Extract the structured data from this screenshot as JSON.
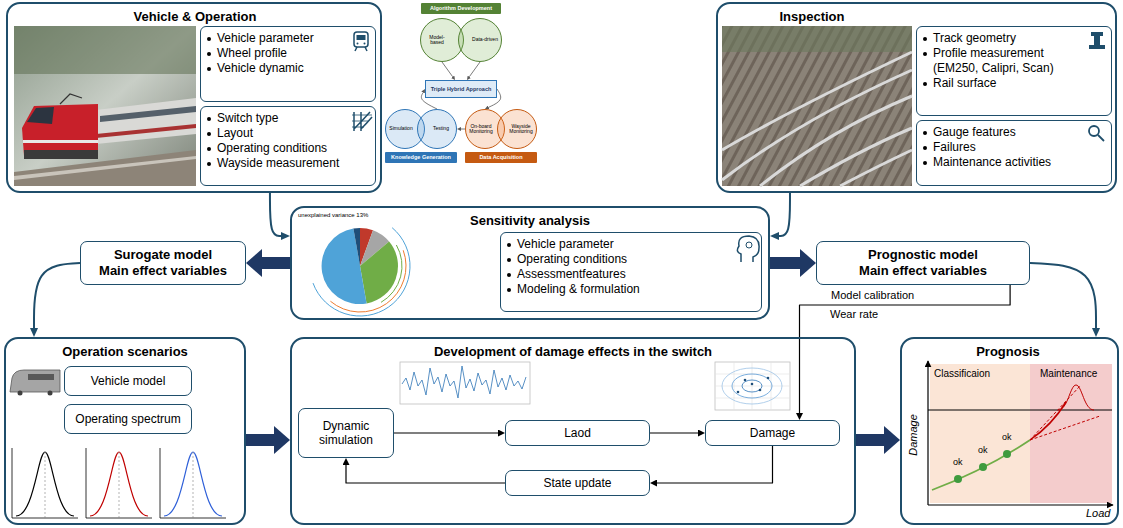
{
  "diagram": {
    "nodes": [
      {
        "text": [
          "Vehicle & Operation"
        ]
      },
      {
        "text": [
          "Vehicle parameter",
          "Wheel profile",
          "Vehicle dynamic"
        ],
        "in": 0
      },
      {
        "text": [
          "Switch type",
          "Layout",
          "Operating conditions",
          "Wayside measurement"
        ],
        "in": 0
      },
      {
        "text": [
          "Algorithm Development"
        ]
      },
      {
        "text": [
          "Model-based"
        ]
      },
      {
        "text": [
          "Data-driven"
        ]
      },
      {
        "text": [
          "Triple Hybrid Approach"
        ]
      },
      {
        "text": [
          "Simulation"
        ]
      },
      {
        "text": [
          "Testing"
        ]
      },
      {
        "text": [
          "Knowledge Generation"
        ]
      },
      {
        "text": [
          "On-board Monitoring"
        ]
      },
      {
        "text": [
          "Wayside Monitoring"
        ]
      },
      {
        "text": [
          "Data Acquisition"
        ]
      },
      {
        "text": [
          "Inspection"
        ]
      },
      {
        "text": [
          "Track geometry",
          "Profile measurement (EM250, Calipri, Scan)",
          "Rail surface"
        ],
        "in": 13
      },
      {
        "text": [
          "Gauge features",
          "Failures",
          "Maintenance activities"
        ],
        "in": 13
      },
      {
        "text": [
          "Surogate model",
          "Main effect variables"
        ]
      },
      {
        "text": [
          "Sensitivity analysis"
        ]
      },
      {
        "text": [
          "Vehicle parameter",
          "Operating conditions",
          "Assessmentfeatures",
          "Modeling & formulation"
        ],
        "in": 17
      },
      {
        "text": [
          "Prognostic model",
          "Main effect variables"
        ]
      },
      {
        "text": [
          "Operation scenarios"
        ]
      },
      {
        "text": [
          "Vehicle model"
        ],
        "in": 20
      },
      {
        "text": [
          "Operating spectrum"
        ],
        "in": 20
      },
      {
        "text": [
          "Development of damage effects in the switch"
        ]
      },
      {
        "text": [
          "Dynamic simulation"
        ],
        "in": 23
      },
      {
        "text": [
          "Laod"
        ],
        "in": 23
      },
      {
        "text": [
          "Damage"
        ],
        "in": 23
      },
      {
        "text": [
          "State update"
        ],
        "in": 23
      },
      {
        "text": [
          "Prognosis"
        ]
      }
    ],
    "edges": [
      {
        "from": 4,
        "to": 6,
        "arrow": "to"
      },
      {
        "from": 5,
        "to": 6,
        "arrow": "to"
      },
      {
        "from": 8,
        "to": 6,
        "arrow": "to"
      },
      {
        "from": 6,
        "to": 10,
        "arrow": "to"
      },
      {
        "from": 10,
        "to": 8,
        "arrow": "to"
      },
      {
        "from": 0,
        "to": 17,
        "arrow": "to"
      },
      {
        "from": 13,
        "to": 17,
        "arrow": "to"
      },
      {
        "from": 17,
        "to": 16,
        "arrow": "to"
      },
      {
        "from": 17,
        "to": 19,
        "arrow": "to"
      },
      {
        "from": 16,
        "to": 20,
        "arrow": "to"
      },
      {
        "from": 19,
        "to": 28,
        "arrow": "to"
      },
      {
        "from": 20,
        "to": 23,
        "arrow": "to"
      },
      {
        "from": 23,
        "to": 28,
        "arrow": "to"
      },
      {
        "from": 24,
        "to": 25,
        "arrow": "to"
      },
      {
        "from": 25,
        "to": 26,
        "arrow": "to"
      },
      {
        "from": 26,
        "to": 27,
        "arrow": "to"
      },
      {
        "from": 27,
        "to": 24,
        "arrow": "to"
      },
      {
        "from": 19,
        "to": 26,
        "arrow": "to",
        "label": "Model calibration"
      }
    ],
    "labels": [
      "Wear rate",
      "unexplained variance 13%",
      "Damage",
      "Load",
      "Classificaion",
      "Maintenance",
      "ok",
      "ok",
      "ok"
    ]
  }
}
